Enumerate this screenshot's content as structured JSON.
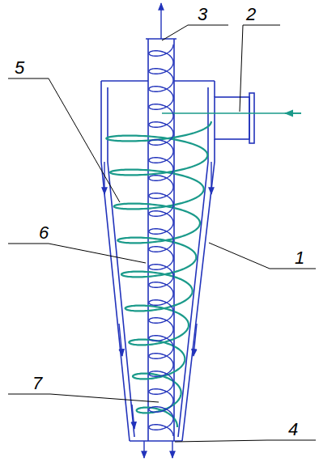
{
  "diagram": {
    "labels": [
      "3",
      "2",
      "5",
      "6",
      "1",
      "7",
      "4"
    ]
  }
}
